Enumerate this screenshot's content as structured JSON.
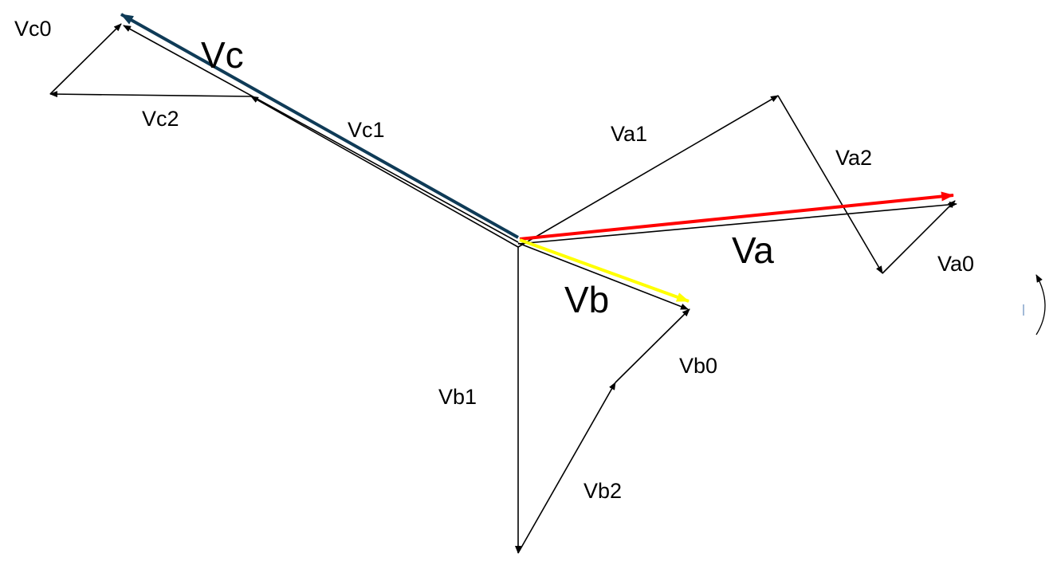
{
  "diagram": {
    "colors": {
      "component": "#000000",
      "va": "#ff0000",
      "vb": "#ffff00",
      "vc": "#0f3b57",
      "background": "#ffffff"
    },
    "labels": {
      "va": "Va",
      "vb": "Vb",
      "vc": "Vc",
      "va0": "Va0",
      "va1": "Va1",
      "va2": "Va2",
      "vb0": "Vb0",
      "vb1": "Vb1",
      "vb2": "Vb2",
      "vc0": "Vc0",
      "vc1": "Vc1",
      "vc2": "Vc2"
    }
  }
}
